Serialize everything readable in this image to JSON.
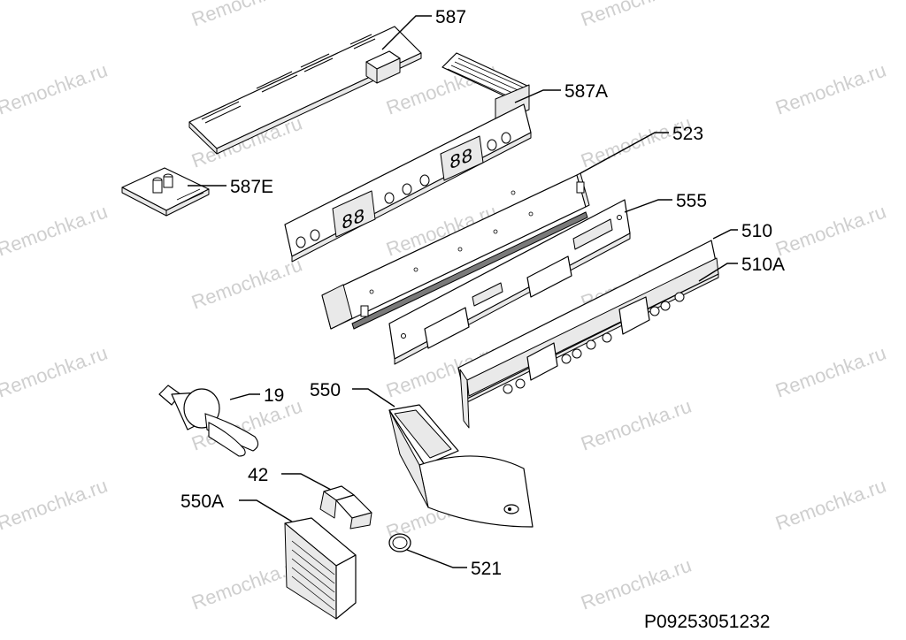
{
  "watermark": {
    "text": "Remochka.ru"
  },
  "labels": {
    "p587": "587",
    "p587a": "587A",
    "p587e": "587E",
    "p523": "523",
    "p555": "555",
    "p510": "510",
    "p510a": "510A",
    "p19": "19",
    "p550": "550",
    "p42": "42",
    "p550a": "550A",
    "p521": "521"
  },
  "reference_code": "P09253051232"
}
